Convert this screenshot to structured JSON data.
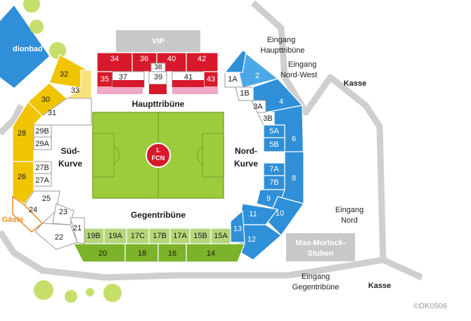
{
  "vip": "VIP",
  "stadionbad": "dionbad",
  "stands": {
    "haupttribuene": "Haupttribüne",
    "gegentribuene": "Gegentribüne",
    "sued_kurve": [
      "Süd-",
      "Kurve"
    ],
    "nord_kurve": [
      "Nord-",
      "Kurve"
    ]
  },
  "club_logo": {
    "top": "1.",
    "bottom": "FCN"
  },
  "gaeste": "Gäste",
  "entrances": {
    "haupttribuene": [
      "Eingang",
      "Haupttribüne"
    ],
    "nord_west": [
      "Eingang",
      "Nord-West"
    ],
    "nord": [
      "Eingang",
      "Nord"
    ],
    "gegentribuene": [
      "Eingang",
      "Gegentribüne"
    ]
  },
  "kasse": [
    "Kasse",
    "Kasse"
  ],
  "max_morlock": [
    "Max-Morlock-",
    "Stuben"
  ],
  "copyright": "©DK0506",
  "sections": {
    "haupt": [
      "34",
      "36",
      "38",
      "40",
      "42",
      "35",
      "37",
      "39",
      "41",
      "43"
    ],
    "nord_blue": [
      "1A",
      "1B",
      "2",
      "3A",
      "3B",
      "4",
      "5A",
      "5B",
      "6",
      "7A",
      "7B",
      "8",
      "9",
      "10",
      "11",
      "12",
      "13"
    ],
    "gegen": [
      "19B",
      "19A",
      "17C",
      "17B",
      "17A",
      "15B",
      "15A",
      "20",
      "18",
      "16",
      "14"
    ],
    "sued_yellow": [
      "32",
      "33",
      "30",
      "28",
      "26"
    ],
    "sued_white": [
      "31",
      "29B",
      "29A",
      "27B",
      "27A"
    ],
    "gaeste_block": [
      "25",
      "24",
      "23",
      "22",
      "21"
    ]
  },
  "colors": {
    "red": "#d7192b",
    "pink": "#f0a7c8",
    "blue": "#2f8fd8",
    "blue_light": "#4aa8e8",
    "green_light": "#b5d67a",
    "green_dark": "#7cb32a",
    "pitch": "#9ccc3c",
    "yellow": "#f1c400",
    "yellow_light": "#f7e179",
    "grey": "#c8c8c8",
    "orange": "#f08a1c"
  }
}
